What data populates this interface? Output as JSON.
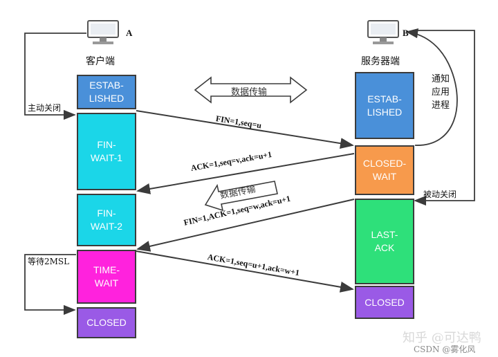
{
  "client": {
    "letter": "A",
    "name": "客户端",
    "states": {
      "established": "ESTAB-\nLISHED",
      "fin_wait_1": "FIN-\nWAIT-1",
      "fin_wait_2": "FIN-\nWAIT-2",
      "time_wait": "TIME-\nWAIT",
      "closed": "CLOSED"
    },
    "active_close": "主动关闭",
    "wait_2msl": "等待2MSL"
  },
  "server": {
    "letter": "B",
    "name": "服务器端",
    "states": {
      "established": "ESTAB-\nLISHED",
      "close_wait": "CLOSED-\nWAIT",
      "last_ack": "LAST-\nACK",
      "closed": "CLOSED"
    },
    "notify_app": "通知\n应用\n进程",
    "passive_close": "被动关闭"
  },
  "data_transfer_top": "数据传输",
  "data_transfer_mid": "数据传输",
  "messages": {
    "fin1": "FIN=1,seq=u",
    "ack1": "ACK=1,seq=v,ack=u+1",
    "fin2": "FIN=1,ACK=1,seq=w,ack=u+1",
    "ack2": "ACK=1,seq=u+1,ack=w+1"
  },
  "watermark": {
    "brand": "知乎 @可达鸭",
    "csdn": "CSDN @雾化风"
  },
  "colors": {
    "established": "#4a90d9",
    "fin_wait": "#1bd6e8",
    "time_wait": "#ff22dd",
    "closed": "#9a5ae6",
    "close_wait": "#f79a4c",
    "last_ack": "#2ee07a",
    "line": "#3b3b3b"
  }
}
